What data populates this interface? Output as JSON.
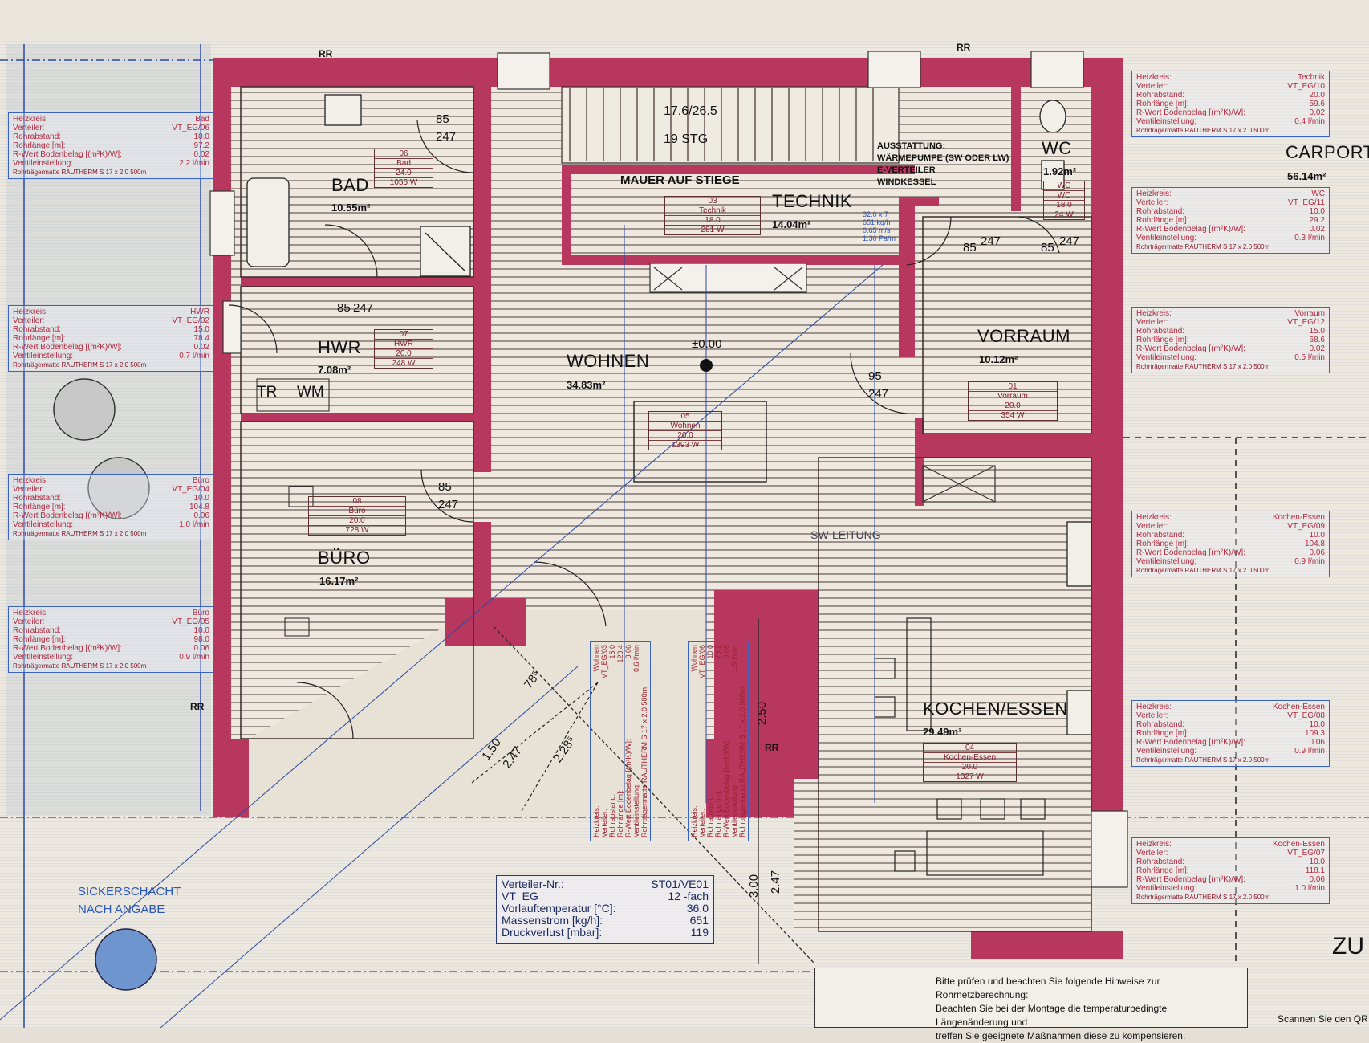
{
  "rooms": {
    "bad": {
      "name": "BAD",
      "area": "10.55m²"
    },
    "hwr": {
      "name": "HWR",
      "area": "7.08m²"
    },
    "buero": {
      "name": "BÜRO",
      "area": "16.17m²"
    },
    "wohnen": {
      "name": "WOHNEN",
      "area": "34.83m²"
    },
    "technik": {
      "name": "TECHNIK",
      "area": "14.04m²"
    },
    "wc": {
      "name": "WC",
      "area": "1.92m²"
    },
    "vorraum": {
      "name": "VORRAUM",
      "area": "10.12m²"
    },
    "kochen": {
      "name": "KOCHEN/ESSEN",
      "area": "29.49m²"
    },
    "carport": {
      "name": "CARPORT",
      "area": "56.14m²"
    }
  },
  "fixtures": {
    "tr": "TR",
    "wm": "WM",
    "mauer": "MAUER AUF STIEGE",
    "sw_leitung": "SW-LEITUNG",
    "level": "±0.00"
  },
  "stairs": {
    "rise": "17.6/26.5",
    "steps": "19 STG"
  },
  "technik_info": [
    "AUSSTATTUNG:",
    "WÄRMEPUMPE (SW ODER LW)",
    "E-VERTEILER",
    "WINDKESSEL"
  ],
  "technik_flow": [
    "32.0 x 7",
    "651 kg/h",
    "0.65 m/s",
    "1.30 Pa/m"
  ],
  "dims": {
    "d1": "85",
    "d1b": "247",
    "d2": "85",
    "d2b": "247",
    "d3": "85",
    "d3b": "247",
    "d4": "85",
    "d4b": "247",
    "d5": "85",
    "d5b": "247",
    "d6": "95",
    "d6b": "247",
    "a": "1.50",
    "b": "2.47",
    "c": "2.28⁵",
    "d": "78⁵",
    "e": "2.50",
    "f": "3.00",
    "g": "2.47"
  },
  "markers": {
    "rr": "RR"
  },
  "sicker": {
    "line1": "SICKERSCHACHT",
    "line2": "NACH ANGABE"
  },
  "right_edge": "ZU",
  "circuit_labels": {
    "heizkreis": "Heizkreis:",
    "verteiler": "Verteiler:",
    "rohrabstand": "Rohrabstand:",
    "rohrlaenge": "Rohrlänge [m]:",
    "rwert": "R-Wert Bodenbelag [(m²K)/W]:",
    "ventil": "Ventileinstellung:",
    "pipe": "Rohrträgermatte RAUTHERM S 17 x 2.0 500m"
  },
  "circuits": [
    {
      "name": "Bad",
      "verteiler": "VT_EG/06",
      "abstand": "10.0",
      "laenge": "97.2",
      "rwert": "0.02",
      "ventil": "2.2 l/min"
    },
    {
      "name": "HWR",
      "verteiler": "VT_EG/02",
      "abstand": "15.0",
      "laenge": "78.4",
      "rwert": "0.02",
      "ventil": "0.7 l/min"
    },
    {
      "name": "Büro",
      "verteiler": "VT_EG/04",
      "abstand": "10.0",
      "laenge": "104.8",
      "rwert": "0.06",
      "ventil": "1.0 l/min"
    },
    {
      "name": "Büro",
      "verteiler": "VT_EG/05",
      "abstand": "10.0",
      "laenge": "98.0",
      "rwert": "0.06",
      "ventil": "0.9 l/min"
    },
    {
      "name": "Technik",
      "verteiler": "VT_EG/10",
      "abstand": "20.0",
      "laenge": "59.6",
      "rwert": "0.02",
      "ventil": "0.4 l/min"
    },
    {
      "name": "WC",
      "verteiler": "VT_EG/11",
      "abstand": "10.0",
      "laenge": "29.2",
      "rwert": "0.02",
      "ventil": "0.3 l/min"
    },
    {
      "name": "Vorraum",
      "verteiler": "VT_EG/12",
      "abstand": "15.0",
      "laenge": "68.6",
      "rwert": "0.02",
      "ventil": "0.5 l/min"
    },
    {
      "name": "Kochen-Essen",
      "verteiler": "VT_EG/09",
      "abstand": "10.0",
      "laenge": "104.8",
      "rwert": "0.06",
      "ventil": "0.9 l/min"
    },
    {
      "name": "Kochen-Essen",
      "verteiler": "VT_EG/08",
      "abstand": "10.0",
      "laenge": "109.3",
      "rwert": "0.06",
      "ventil": "0.9 l/min"
    },
    {
      "name": "Kochen-Essen",
      "verteiler": "VT_EG/07",
      "abstand": "10.0",
      "laenge": "118.1",
      "rwert": "0.06",
      "ventil": "1.0 l/min"
    }
  ],
  "room_boxes": [
    {
      "no": "06",
      "name": "Bad",
      "temp": "24.0",
      "power": "1055 W"
    },
    {
      "no": "03",
      "name": "Technik",
      "temp": "18.0",
      "power": "281 W"
    },
    {
      "no": "07",
      "name": "HWR",
      "temp": "20.0",
      "power": "248 W"
    },
    {
      "no": "05",
      "name": "Wohnen",
      "temp": "20.0",
      "power": "1393 W"
    },
    {
      "no": "01",
      "name": "Vorraum",
      "temp": "20.0",
      "power": "354 W"
    },
    {
      "no": "08",
      "name": "Büro",
      "temp": "20.0",
      "power": "728 W"
    },
    {
      "no": "04",
      "name": "Kochen-Essen",
      "temp": "20.0",
      "power": "1327 W"
    },
    {
      "no": "WC",
      "name": "WC",
      "temp": "18.0",
      "power": "24 W"
    }
  ],
  "vertical_circuits": [
    {
      "lines": [
        "Heizkreis:",
        "Verteiler:",
        "Rohrabstand:",
        "Rohrlänge [m]:",
        "R-Wert Bodenbelag [(m²K)/W]:",
        "Ventileinstellung:",
        "Rohrträgermatte RAUTHERM S 17 x 2.0 500m"
      ],
      "values": [
        "Wohnen",
        "VT_EG/03",
        "15.0",
        "120.4",
        "0.06",
        "0.6 l/min"
      ]
    },
    {
      "lines": [
        "Heizkreis:",
        "Verteiler:",
        "Rohrabstand:",
        "Rohrlänge [m]:",
        "R-Wert Bodenbelag [(m²K)/W]:",
        "Ventileinstellung:",
        "Rohrträgermatte RAUTHERM S 17 x 2.0 500m"
      ],
      "values": [
        "Wohnen",
        "VT_EG/06",
        "10.0",
        "78.2",
        "0.06",
        "1.5 l/min"
      ]
    }
  ],
  "verteiler": {
    "rows": [
      {
        "label": "Verteiler-Nr.:",
        "value": "ST01/VE01"
      },
      {
        "label": "VT_EG",
        "value": "12 -fach"
      },
      {
        "label": "Vorlauftemperatur [°C]:",
        "value": "36.0"
      },
      {
        "label": "Massenstrom [kg/h]:",
        "value": "651"
      },
      {
        "label": "Druckverlust [mbar]:",
        "value": "119"
      }
    ]
  },
  "notes": {
    "line1": "Bitte prüfen und beachten Sie folgende Hinweise zur Rohrnetzberechnung:",
    "line2": "Beachten Sie bei der Montage die temperaturbedingte Längenänderung und",
    "line3": "treffen Sie geeignete Maßnahmen diese zu kompensieren.",
    "side": "Scannen Sie den QR"
  },
  "colors": {
    "wall": "#b7375e",
    "pipe": "#3a2a2a",
    "blue": "#3a62c0",
    "paper": "#ece7df"
  }
}
